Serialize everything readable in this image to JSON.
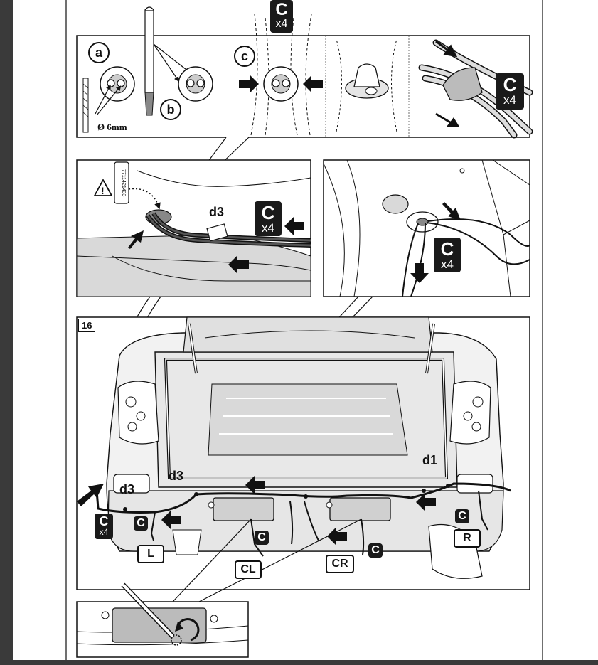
{
  "labels": {
    "a": "a",
    "b": "b",
    "c": "c",
    "drill": "Ø 6mm",
    "d3": "d3",
    "d1": "d1",
    "step": "16",
    "part_number": "7711421433"
  },
  "badges": {
    "c_letter": "C",
    "x4": "x4"
  },
  "connectors": {
    "L": "L",
    "CL": "CL",
    "CR": "CR",
    "R": "R"
  },
  "colors": {
    "ink": "#111111",
    "badge": "#1a1a1a",
    "panel_fill": "#d9d9d9",
    "paper": "#ffffff",
    "frame": "#3a3a3a"
  }
}
